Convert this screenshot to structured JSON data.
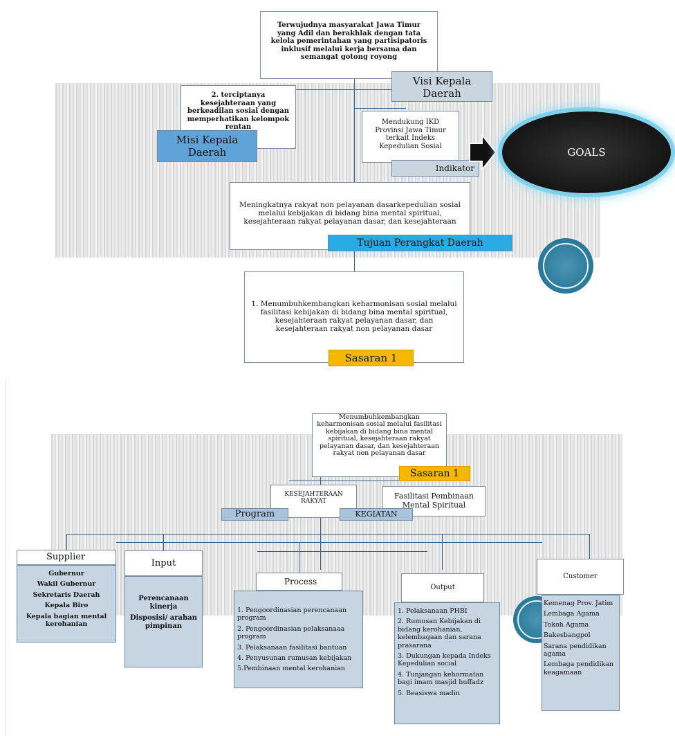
{
  "slide1": {
    "visi_text": "Terwujudnya masyarakat Jawa Timur yang Adil dan berakhlak dengan tata kelola pemerintahan yang partisipatoris inklusif melalui kerja bersama dan semangat gotong royong",
    "visi_label": "Visi Kepala Daerah",
    "misi_text": "2. terciptanya kesejahteraan yang berkeadilan sosial dengan memperhatikan kelompok rentan",
    "misi_label": "Misi Kepala Daerah",
    "indikator_text": "Mendukung IKD Provinsi Jawa Timur terkait Indeks Kepedulian Sosial",
    "indikator_label": "Indikator",
    "goals_label": "GOALS",
    "tujuan_text": "Meningkatnya rakyat non pelayanan dasarkepedulian sosial melalui kebijakan di bidang bina mental spiritual, kesejahteraan rakyat pelayanan dasar, dan kesejahteraan",
    "tujuan_label": "Tujuan Perangkat Daerah",
    "sasaran_text": "1. Menumbuhkembangkan keharmonisan sosial melalui fasilitasi kebijakan di bidang bina mental spiritual, kesejahteraan rakyat pelayanan dasar, dan kesejahteraan rakyat non pelayanan dasar",
    "sasaran_label": "Sasaran 1",
    "colors": {
      "blue_label": "#5fa3d8",
      "cyan_label": "#29abe2",
      "gold_label": "#f5b800",
      "grey_label": "#c9d6df",
      "teal_circle": "#2b7a99"
    }
  },
  "slide2": {
    "sasaran_text": "Menumbuhkembangkan keharmonisan sosial melalui fasilitasi kebijakan di bidang bina mental spiritual, kesejahteraan rakyat pelayanan dasar, dan kesejahteraan rakyat non pelayanan dasar",
    "sasaran_label": "Sasaran 1",
    "program_text": "KESEJAHTERAAN RAKYAT",
    "program_label": "Program",
    "kegiatan_text": "Fasilitasi Pembinaan Mental Spiritual",
    "kegiatan_label": "KEGIATAN",
    "supplier": {
      "title": "Supplier",
      "items": [
        "Gubernur",
        "Wakil Gubernur",
        "Sekretaris Daerah",
        "Kepala Biro",
        "Kepala bagian mental kerohanian"
      ]
    },
    "input": {
      "title": "Input",
      "items": [
        "Perencanaan kinerja",
        "Disposisi/ arahan pimpinan"
      ]
    },
    "process": {
      "title": "Process",
      "items": [
        "1. Pengoordinasian perencanaan program",
        "2. Pengoordinasian pelaksanaaa program",
        "3. Pelaksanaan fasilitasi bantuan",
        "4. Penyusunan rumusan kebijakan",
        "5.Pembinaan mental kerohanian"
      ]
    },
    "output": {
      "title": "Output",
      "items": [
        "1. Pelaksanaan PHBI",
        "2. Rumusan Kebijakan di bidang kerohanian, kelembagaan dan sarana prasarana",
        "3. Dukungan kepada Indeks Kepedulian social",
        "4. Tunjangan kehormatan bagi imam masjid huffadz",
        "5. Beasiswa madin"
      ]
    },
    "customer": {
      "title": "Customer",
      "items": [
        "Kemenag Prov. Jatim",
        "Lembaga Agama",
        "Tokoh Agama",
        "Bakesbangpol",
        "Sarana pendidikan agama",
        "Lembaga pendidikan keagamaan"
      ]
    }
  }
}
